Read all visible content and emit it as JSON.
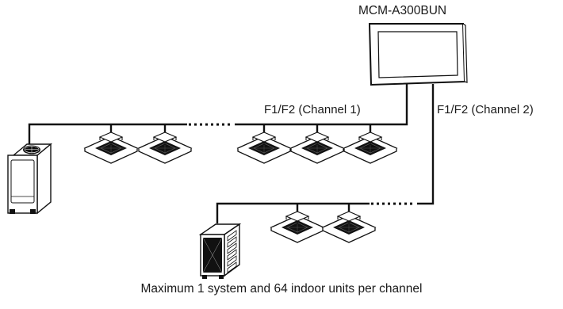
{
  "diagram": {
    "controller_model": "MCM-A300BUN",
    "channel1_label": "F1/F2 (Channel 1)",
    "channel2_label": "F1/F2 (Channel 2)",
    "caption": "Maximum 1 system and 64 indoor units per channel"
  },
  "icons": {
    "controller": "touch-panel-controller-icon",
    "outdoor_large": "vrf-outdoor-unit-icon",
    "outdoor_small": "compact-outdoor-unit-icon",
    "indoor": "ceiling-cassette-icon"
  },
  "channels": [
    {
      "indoor_units_shown": 5,
      "outdoor_units_shown": 1
    },
    {
      "indoor_units_shown": 2,
      "outdoor_units_shown": 1
    }
  ]
}
